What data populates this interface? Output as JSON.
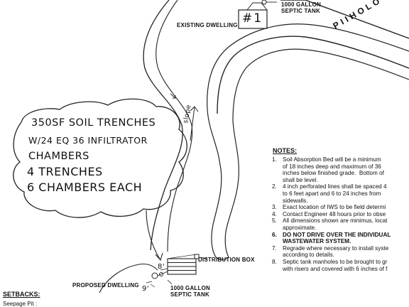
{
  "labels": {
    "top_tank": "1000 GALLON\nSEPTIC TANK",
    "existing_dwelling": "EXISTING DWELLING",
    "house_number": "#1",
    "road_name": "PIIHOLO",
    "slope": "slope",
    "distribution_box": "DISTRIBUTION BOX",
    "proposed_dwelling": "PROPOSED DWELLING",
    "bottom_tank": "1000 GALLON\nSEPTIC TANK",
    "dim_8": "8'",
    "dim_9": "9'"
  },
  "cloud_note": [
    "350SF SOIL TRENCHES",
    "W/24 EQ 36 INFILTRATOR",
    "CHAMBERS",
    "4 TRENCHES",
    "6 CHAMBERS EACH"
  ],
  "notes": {
    "title": "NOTES:",
    "items": [
      {
        "num": "1.",
        "lines": [
          "Soil Absorption Bed will be a minimum",
          "of 18 inches deep and maximum of 36",
          "inches below finished grade.  Bottom of",
          "shall be level."
        ]
      },
      {
        "num": "2.",
        "lines": [
          "4 inch perforated lines shall be spaced 4",
          "to 6 feet apart and 6 to 24 inches from",
          "sidewalls."
        ]
      },
      {
        "num": "3.",
        "lines": [
          "Exact location of IWS to be field determi"
        ]
      },
      {
        "num": "4.",
        "lines": [
          "Contact Engineer 48 hours prior to obse"
        ]
      },
      {
        "num": "5.",
        "lines": [
          "All dimensions shown are minimus, locat",
          "approximate."
        ]
      },
      {
        "num": "6.",
        "lines": [
          "DO NOT DRIVE OVER THE INDIVIDUAL",
          "WASTEWATER SYSTEM."
        ],
        "bold": true
      },
      {
        "num": "7.",
        "lines": [
          "Regrade where necessary to install syste",
          "according to details."
        ]
      },
      {
        "num": "8.",
        "lines": [
          "Septic tank manholes to be brought to gr",
          "with risers and covered with 6 inches of f"
        ]
      }
    ]
  },
  "setbacks": {
    "title": "SETBACKS:",
    "first": "Seepage Pit :"
  }
}
